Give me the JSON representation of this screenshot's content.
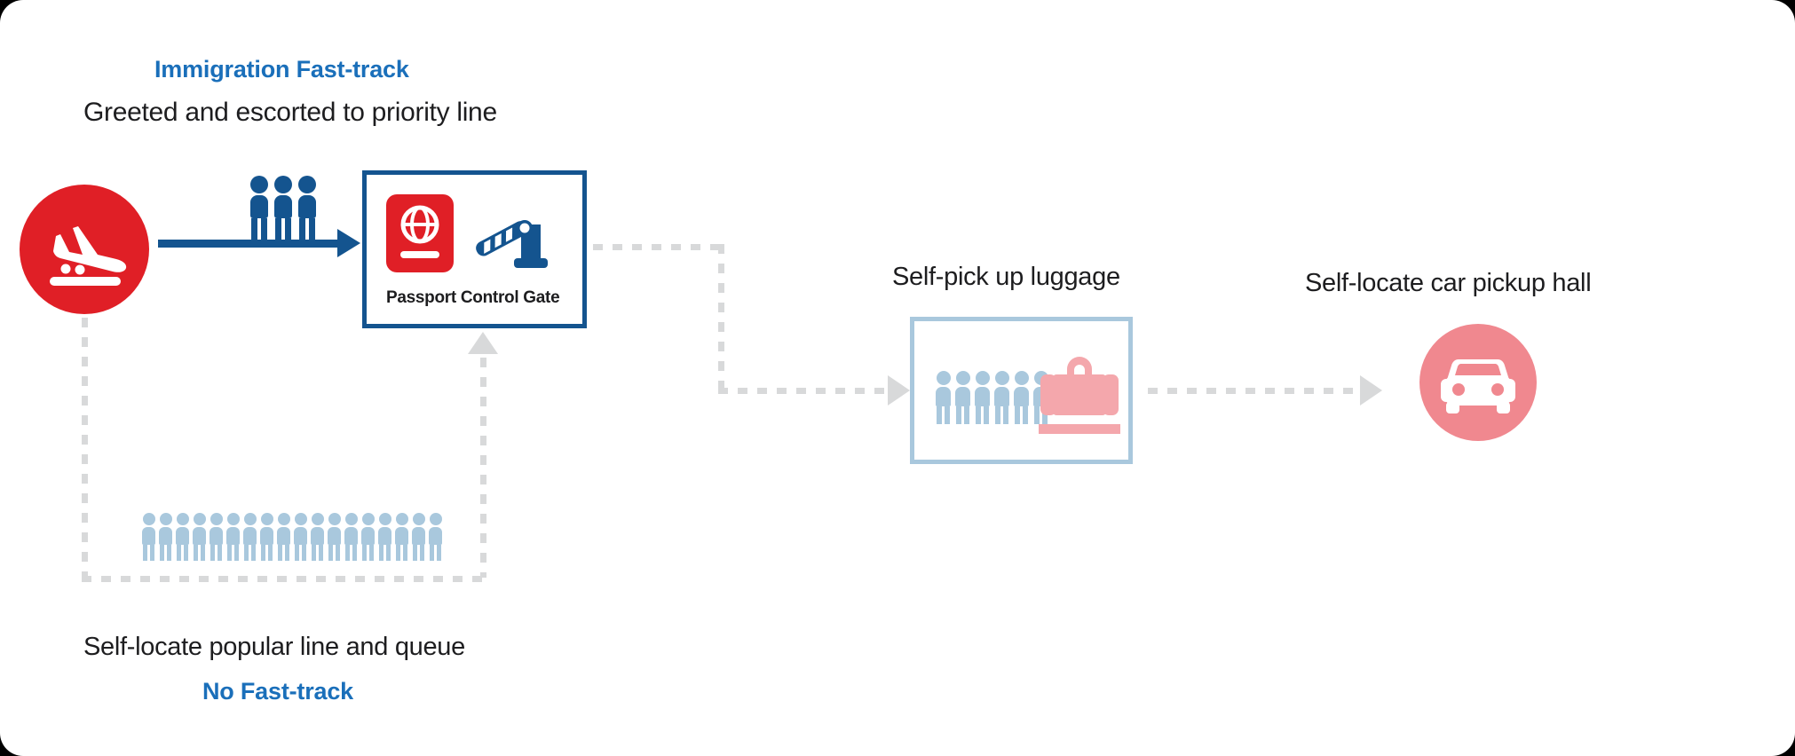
{
  "diagram": {
    "title_top_blue": "Immigration Fast-track",
    "subtitle_top": "Greeted and escorted to priority line",
    "label_luggage": "Self-pick up luggage",
    "label_car": "Self-locate car pickup hall",
    "label_bottom_dark": "Self-locate popular line and queue",
    "label_bottom_blue": "No Fast-track",
    "gate_caption": "Passport Control Gate",
    "icons": {
      "plane": "airplane-landing-icon",
      "people_fasttrack": "three-people-icon",
      "passport": "passport-book-icon",
      "barrier": "barrier-gate-icon",
      "queue": "people-queue-icon",
      "luggage_people": "people-group-icon",
      "suitcase": "suitcase-icon",
      "car": "car-front-icon"
    },
    "colors": {
      "brand_red": "#e01f26",
      "brand_blue": "#14548f",
      "accent_blue": "#1a6fba",
      "light_blue": "#a9c8dd",
      "pink": "#f0888f",
      "dashed_gray": "#d8d9da",
      "text_dark": "#1d1d1f",
      "white": "#ffffff"
    },
    "counts": {
      "fasttrack_people": 3,
      "queue_people": 18,
      "luggage_people": 6
    }
  }
}
